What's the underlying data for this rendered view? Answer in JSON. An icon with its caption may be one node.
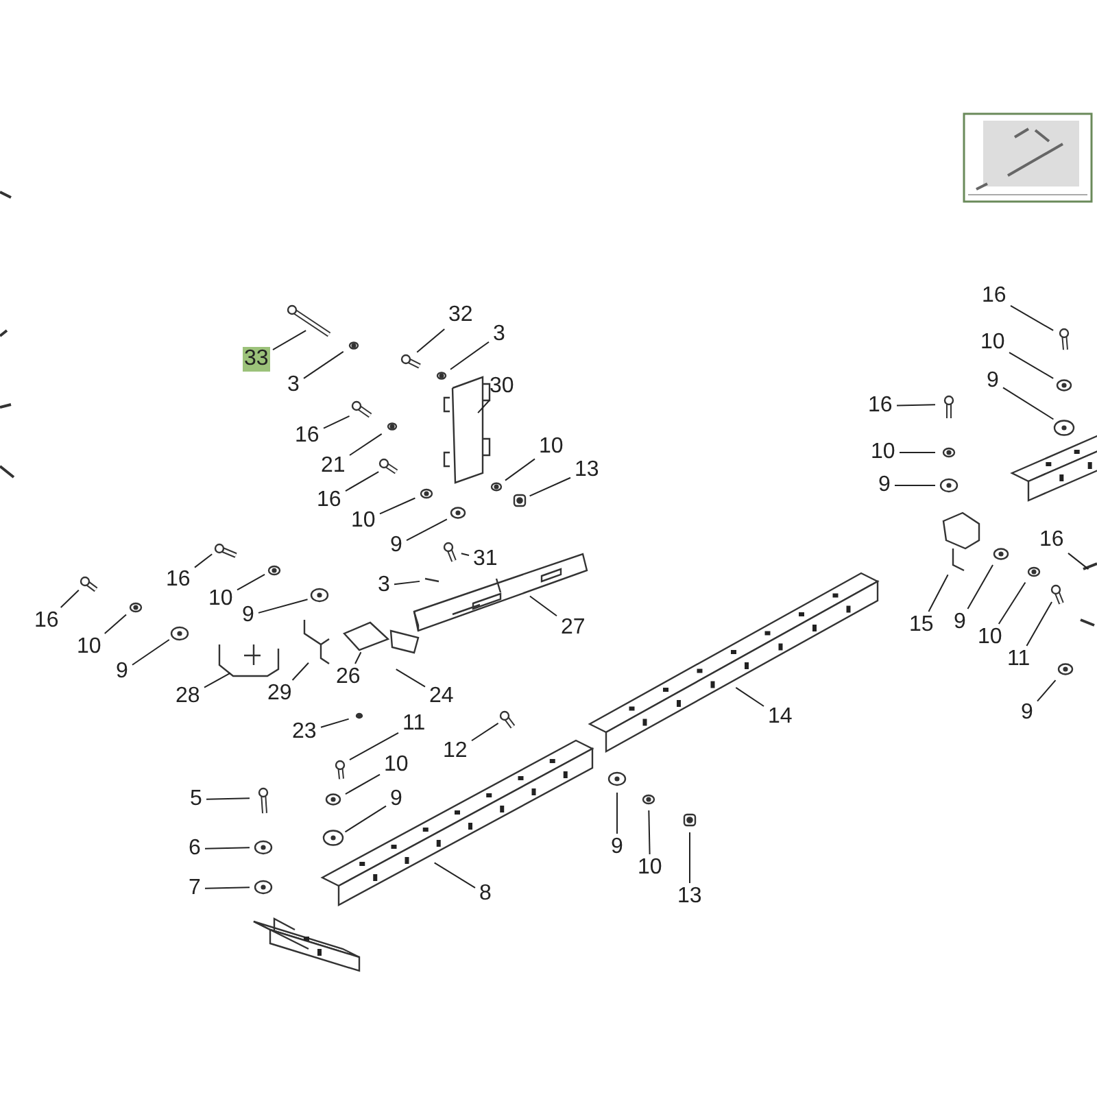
{
  "diagram": {
    "nodes": [
      {
        "text": [
          "33"
        ]
      },
      {
        "text": [
          "3"
        ]
      },
      {
        "text": [
          "32"
        ]
      },
      {
        "text": [
          "3"
        ]
      },
      {
        "text": [
          "30"
        ]
      },
      {
        "text": [
          "16"
        ]
      },
      {
        "text": [
          "21"
        ]
      },
      {
        "text": [
          "16"
        ]
      },
      {
        "text": [
          "10"
        ]
      },
      {
        "text": [
          "10"
        ]
      },
      {
        "text": [
          "13"
        ]
      },
      {
        "text": [
          "9"
        ]
      },
      {
        "text": [
          "31"
        ]
      },
      {
        "text": [
          "3"
        ]
      },
      {
        "text": [
          "27"
        ]
      },
      {
        "text": [
          "16"
        ]
      },
      {
        "text": [
          "10"
        ]
      },
      {
        "text": [
          "9"
        ]
      },
      {
        "text": [
          "16"
        ]
      },
      {
        "text": [
          "10"
        ]
      },
      {
        "text": [
          "9"
        ]
      },
      {
        "text": [
          "28"
        ]
      },
      {
        "text": [
          "29"
        ]
      },
      {
        "text": [
          "26"
        ]
      },
      {
        "text": [
          "24"
        ]
      },
      {
        "text": [
          "23"
        ]
      },
      {
        "text": [
          "11"
        ]
      },
      {
        "text": [
          "12"
        ]
      },
      {
        "text": [
          "5"
        ]
      },
      {
        "text": [
          "10"
        ]
      },
      {
        "text": [
          "9"
        ]
      },
      {
        "text": [
          "6"
        ]
      },
      {
        "text": [
          "7"
        ]
      },
      {
        "text": [
          "8"
        ]
      },
      {
        "text": [
          "14"
        ]
      },
      {
        "text": [
          "9"
        ]
      },
      {
        "text": [
          "10"
        ]
      },
      {
        "text": [
          "13"
        ]
      },
      {
        "text": [
          "16"
        ]
      },
      {
        "text": [
          "10"
        ]
      },
      {
        "text": [
          "9"
        ]
      },
      {
        "text": [
          "16"
        ]
      },
      {
        "text": [
          "10"
        ]
      },
      {
        "text": [
          "9"
        ]
      },
      {
        "text": [
          "15"
        ]
      },
      {
        "text": [
          "9"
        ]
      },
      {
        "text": [
          "10"
        ]
      },
      {
        "text": [
          "16"
        ]
      },
      {
        "text": [
          "11"
        ]
      },
      {
        "text": [
          "9"
        ]
      }
    ],
    "edges": [
      {
        "from": 0,
        "to": null,
        "arrow": "none"
      },
      {
        "from": 1,
        "to": null,
        "arrow": "none"
      },
      {
        "from": 2,
        "to": null,
        "arrow": "none"
      },
      {
        "from": 3,
        "to": null,
        "arrow": "none"
      },
      {
        "from": 4,
        "to": null,
        "arrow": "none"
      },
      {
        "from": 5,
        "to": null,
        "arrow": "none"
      },
      {
        "from": 6,
        "to": null,
        "arrow": "none"
      },
      {
        "from": 7,
        "to": null,
        "arrow": "none"
      },
      {
        "from": 8,
        "to": null,
        "arrow": "none"
      },
      {
        "from": 9,
        "to": null,
        "arrow": "none"
      },
      {
        "from": 10,
        "to": null,
        "arrow": "none"
      },
      {
        "from": 11,
        "to": null,
        "arrow": "none"
      },
      {
        "from": 12,
        "to": null,
        "arrow": "none"
      },
      {
        "from": 13,
        "to": null,
        "arrow": "none"
      },
      {
        "from": 14,
        "to": null,
        "arrow": "none"
      },
      {
        "from": 15,
        "to": null,
        "arrow": "none"
      },
      {
        "from": 16,
        "to": null,
        "arrow": "none"
      },
      {
        "from": 17,
        "to": null,
        "arrow": "none"
      },
      {
        "from": 18,
        "to": null,
        "arrow": "none"
      },
      {
        "from": 19,
        "to": null,
        "arrow": "none"
      },
      {
        "from": 20,
        "to": null,
        "arrow": "none"
      },
      {
        "from": 21,
        "to": null,
        "arrow": "none"
      },
      {
        "from": 22,
        "to": null,
        "arrow": "none"
      },
      {
        "from": 23,
        "to": null,
        "arrow": "none"
      },
      {
        "from": 24,
        "to": null,
        "arrow": "none"
      },
      {
        "from": 25,
        "to": null,
        "arrow": "none"
      },
      {
        "from": 26,
        "to": null,
        "arrow": "none"
      },
      {
        "from": 27,
        "to": null,
        "arrow": "none"
      },
      {
        "from": 28,
        "to": null,
        "arrow": "none"
      },
      {
        "from": 29,
        "to": null,
        "arrow": "none"
      },
      {
        "from": 30,
        "to": null,
        "arrow": "none"
      },
      {
        "from": 31,
        "to": null,
        "arrow": "none"
      },
      {
        "from": 32,
        "to": null,
        "arrow": "none"
      },
      {
        "from": 33,
        "to": null,
        "arrow": "none"
      },
      {
        "from": 34,
        "to": null,
        "arrow": "none"
      },
      {
        "from": 35,
        "to": null,
        "arrow": "none"
      },
      {
        "from": 36,
        "to": null,
        "arrow": "none"
      },
      {
        "from": 37,
        "to": null,
        "arrow": "none"
      },
      {
        "from": 38,
        "to": null,
        "arrow": "none"
      },
      {
        "from": 39,
        "to": null,
        "arrow": "none"
      },
      {
        "from": 40,
        "to": null,
        "arrow": "none"
      },
      {
        "from": 41,
        "to": null,
        "arrow": "none"
      },
      {
        "from": 42,
        "to": null,
        "arrow": "none"
      },
      {
        "from": 43,
        "to": null,
        "arrow": "none"
      },
      {
        "from": 44,
        "to": null,
        "arrow": "none"
      },
      {
        "from": 45,
        "to": null,
        "arrow": "none"
      },
      {
        "from": 46,
        "to": null,
        "arrow": "none"
      },
      {
        "from": 47,
        "to": null,
        "arrow": "none"
      },
      {
        "from": 48,
        "to": null,
        "arrow": "none"
      },
      {
        "from": 49,
        "to": null,
        "arrow": "none"
      }
    ]
  }
}
